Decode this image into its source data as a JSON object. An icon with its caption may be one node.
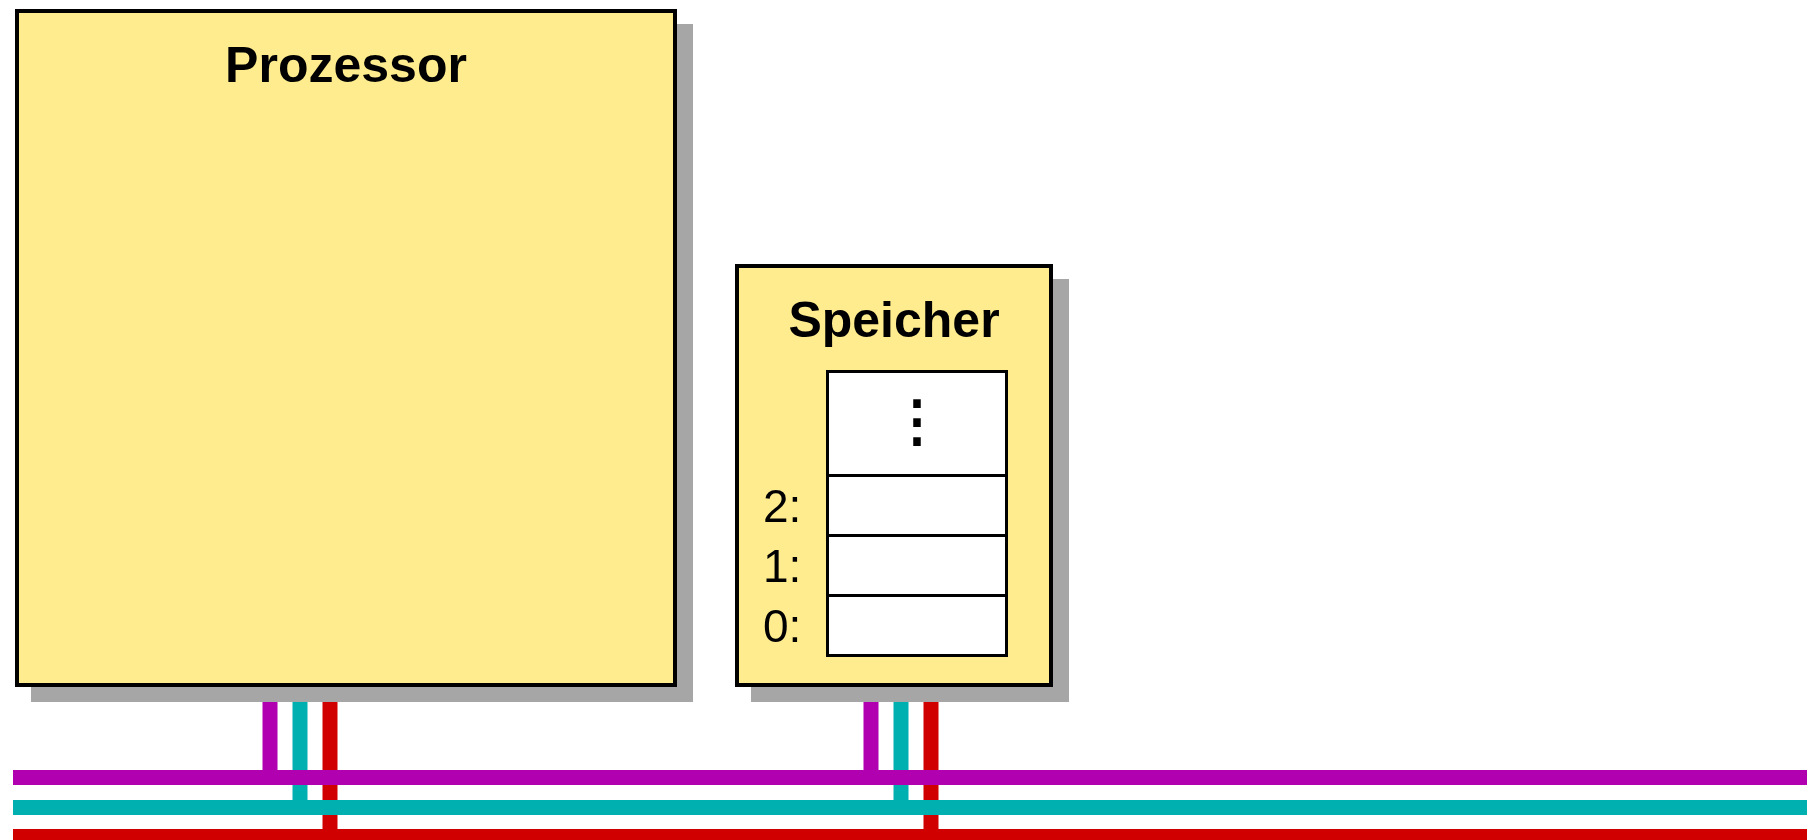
{
  "diagram": {
    "nodes": [
      {
        "text": [
          "Prozessor"
        ]
      },
      {
        "text": [
          "Speicher"
        ]
      },
      {
        "text": [
          "⋮"
        ],
        "in": 1
      },
      {
        "text": [],
        "shape": "box",
        "in": 1,
        "beside": [
          "2:"
        ]
      },
      {
        "text": [],
        "shape": "box",
        "in": 1,
        "beside": [
          "1:"
        ]
      },
      {
        "text": [],
        "shape": "box",
        "in": 1,
        "beside": [
          "0:"
        ]
      },
      {
        "text": [],
        "shape": "bar"
      },
      {
        "text": [],
        "shape": "bar"
      },
      {
        "text": [],
        "shape": "bar"
      }
    ],
    "edges": [
      {
        "from": 0,
        "to": 6,
        "arrow": "none",
        "color": "#b000b0"
      },
      {
        "from": 0,
        "to": 7,
        "arrow": "none",
        "color": "#00b0b0"
      },
      {
        "from": 0,
        "to": 8,
        "arrow": "none",
        "color": "#d00000"
      },
      {
        "from": 1,
        "to": 6,
        "arrow": "none",
        "color": "#b000b0"
      },
      {
        "from": 1,
        "to": 7,
        "arrow": "none",
        "color": "#00b0b0"
      },
      {
        "from": 1,
        "to": 8,
        "arrow": "none",
        "color": "#d00000"
      }
    ]
  }
}
